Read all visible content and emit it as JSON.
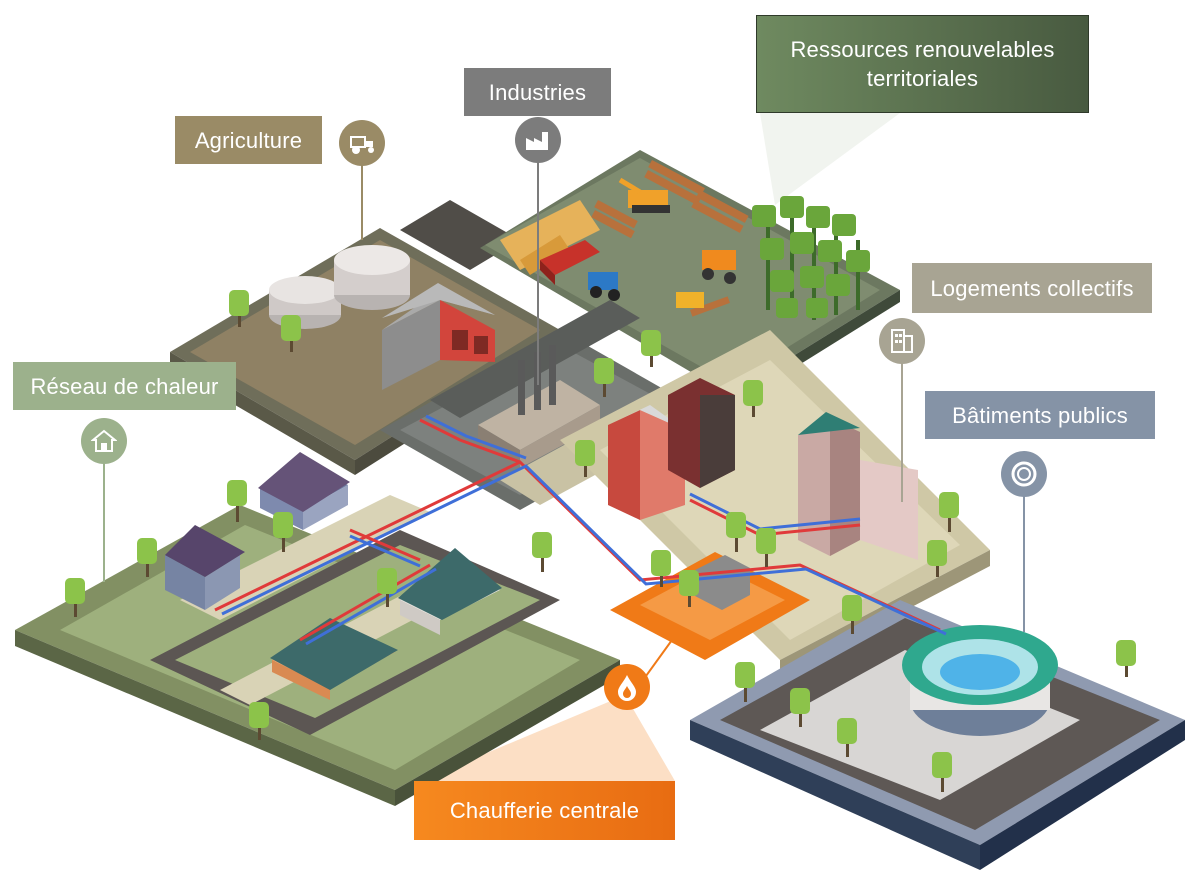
{
  "labels": {
    "agriculture": "Agriculture",
    "industries": "Industries",
    "ressources_line1": "Ressources renouvelables",
    "ressources_line2": "territoriales",
    "logements": "Logements collectifs",
    "batiments": "Bâtiments publics",
    "reseau": "Réseau de chaleur",
    "chaufferie": "Chaufferie centrale"
  },
  "icons": {
    "agriculture": "tractor-icon",
    "industries": "factory-icon",
    "logements": "apartment-building-icon",
    "batiments": "lifebuoy-icon",
    "reseau": "house-icon",
    "chaufferie": "flame-drop-icon"
  },
  "colors": {
    "agriculture": "#9a8b66",
    "industries": "#7c7c7c",
    "ressources": "#5d7550",
    "logements": "#a8a493",
    "batiments": "#8593a6",
    "reseau": "#9cb18c",
    "chaufferie": "#f07a17",
    "pipe_hot": "#e03a3a",
    "pipe_cold": "#3f6fd8"
  }
}
